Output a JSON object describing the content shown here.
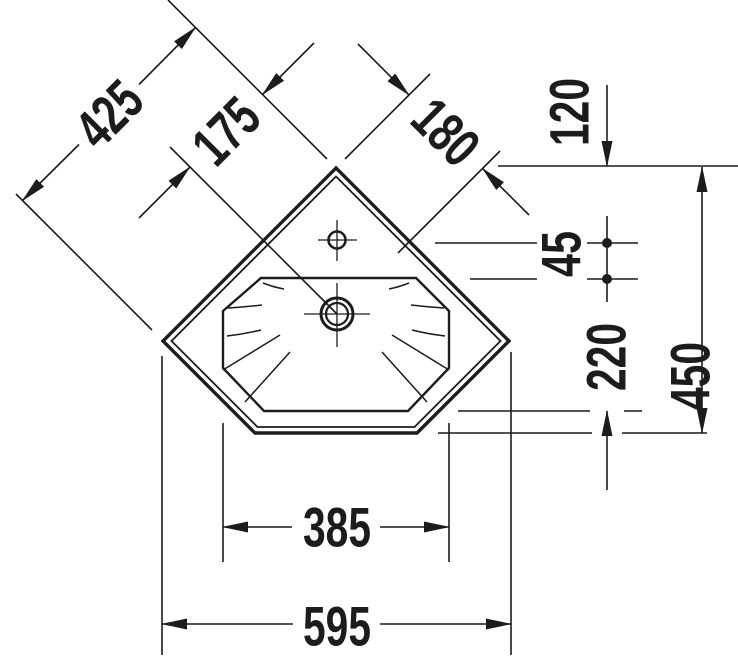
{
  "drawing": {
    "kind": "technical-dimension-drawing",
    "subject": "corner-washbasin-top-view"
  },
  "dimensions": {
    "diagonal_left_outer": "425",
    "diagonal_left_inner": "175",
    "diagonal_right": "180",
    "top_vertical": "120",
    "hole_spacing": "45",
    "bowl_depth": "220",
    "overall_depth": "450",
    "bowl_width": "385",
    "overall_width": "595"
  }
}
